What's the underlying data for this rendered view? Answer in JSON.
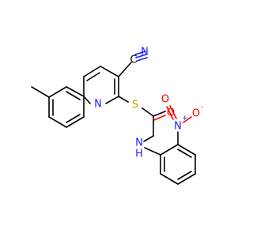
{
  "molecule": {
    "atom_labels": {
      "nitrile_c": "C",
      "nitrile_n": "N",
      "pyridine_n": "N",
      "sulfur": "S",
      "carbonyl_o": "O",
      "amide_n": "N",
      "amide_h": "H",
      "nitro_n": "N",
      "nitro_n_charge": "+",
      "nitro_o_double": "O",
      "nitro_o_single": "O",
      "nitro_o_charge": "-"
    },
    "colors": {
      "carbon": "#000000",
      "nitrogen": "#2020ff",
      "oxygen": "#ff0000",
      "sulfur": "#b8a000"
    }
  }
}
